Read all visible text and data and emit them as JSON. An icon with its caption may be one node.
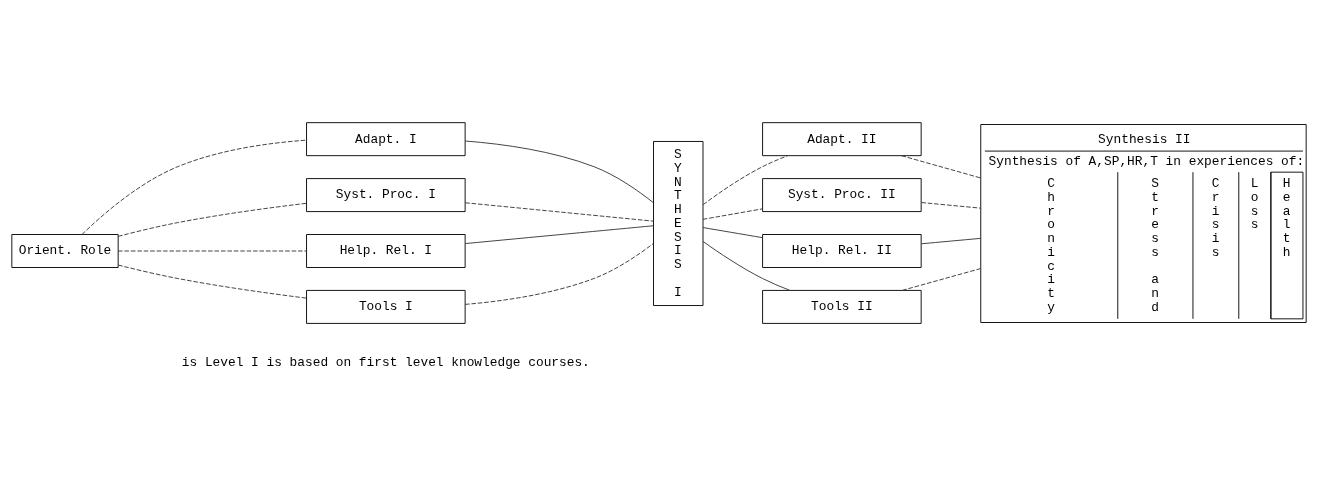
{
  "diagram": {
    "nodes": [
      {
        "text": [
          "Orient. Role"
        ]
      },
      {
        "text": [
          "Adapt. I"
        ]
      },
      {
        "text": [
          "Syst. Proc. I"
        ]
      },
      {
        "text": [
          "Help. Rel. I"
        ]
      },
      {
        "text": [
          "Tools I"
        ]
      },
      {
        "text": [
          "SYNTHESIS I"
        ]
      },
      {
        "text": [
          "Adapt. II"
        ]
      },
      {
        "text": [
          "Syst. Proc. II"
        ]
      },
      {
        "text": [
          "Help. Rel. II"
        ]
      },
      {
        "text": [
          "Tools II"
        ]
      },
      {
        "text": [
          "Synthesis II",
          "Synthesis of A,SP,HR,T in experiences of:",
          "Chronicity",
          "Stress and",
          "Crisis",
          "Loss",
          "Health"
        ]
      }
    ],
    "edges": [
      {
        "from": 0,
        "to": 1,
        "arrow": "none",
        "style": "dashed"
      },
      {
        "from": 0,
        "to": 2,
        "arrow": "none",
        "style": "dashed"
      },
      {
        "from": 0,
        "to": 3,
        "arrow": "none",
        "style": "dashed"
      },
      {
        "from": 0,
        "to": 4,
        "arrow": "none",
        "style": "dashed"
      },
      {
        "from": 1,
        "to": 5,
        "arrow": "none"
      },
      {
        "from": 2,
        "to": 5,
        "arrow": "none",
        "style": "dashed"
      },
      {
        "from": 3,
        "to": 5,
        "arrow": "none"
      },
      {
        "from": 4,
        "to": 5,
        "arrow": "none",
        "style": "dashed"
      },
      {
        "from": 5,
        "to": 6,
        "arrow": "none",
        "style": "dashed"
      },
      {
        "from": 5,
        "to": 7,
        "arrow": "none",
        "style": "dashed"
      },
      {
        "from": 5,
        "to": 8,
        "arrow": "none"
      },
      {
        "from": 5,
        "to": 9,
        "arrow": "none"
      },
      {
        "from": 6,
        "to": 10,
        "arrow": "none",
        "style": "dashed"
      },
      {
        "from": 7,
        "to": 10,
        "arrow": "none",
        "style": "dashed"
      },
      {
        "from": 8,
        "to": 10,
        "arrow": "none"
      },
      {
        "from": 9,
        "to": 10,
        "arrow": "none",
        "style": "dashed"
      }
    ],
    "labels": [
      "is Level I is based on first level knowledge courses."
    ]
  }
}
